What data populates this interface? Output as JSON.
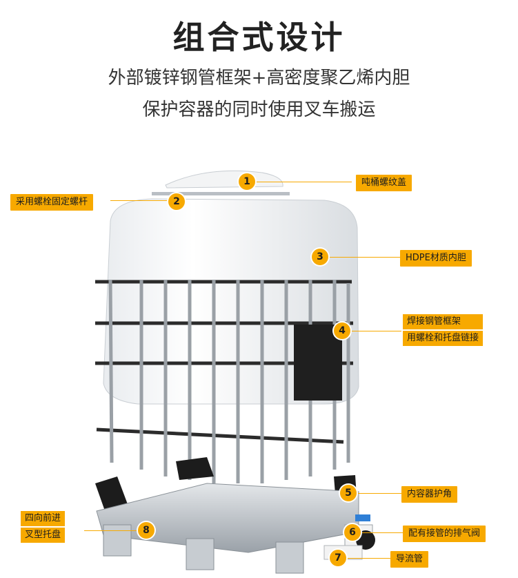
{
  "headline": "组合式设计",
  "sub1": "外部镀锌钢管框架+高密度聚乙烯内胆",
  "sub2": "保护容器的同时使用叉车搬运",
  "callouts": [
    {
      "num": "1",
      "label": "吨桶螺纹盖"
    },
    {
      "num": "2",
      "label": "采用螺栓固定螺杆"
    },
    {
      "num": "3",
      "label": "HDPE材质内胆"
    },
    {
      "num": "4",
      "line1": "焊接钢管框架",
      "line2": "用螺栓和托盘链接"
    },
    {
      "num": "5",
      "label": "内容器护角"
    },
    {
      "num": "6",
      "label": "配有接管的排气阀"
    },
    {
      "num": "7",
      "label": "导流管"
    },
    {
      "num": "8",
      "line1": "四向前进",
      "line2": "叉型托盘"
    }
  ],
  "colors": {
    "accent": "#f7a900",
    "text": "#1d1d1d"
  }
}
